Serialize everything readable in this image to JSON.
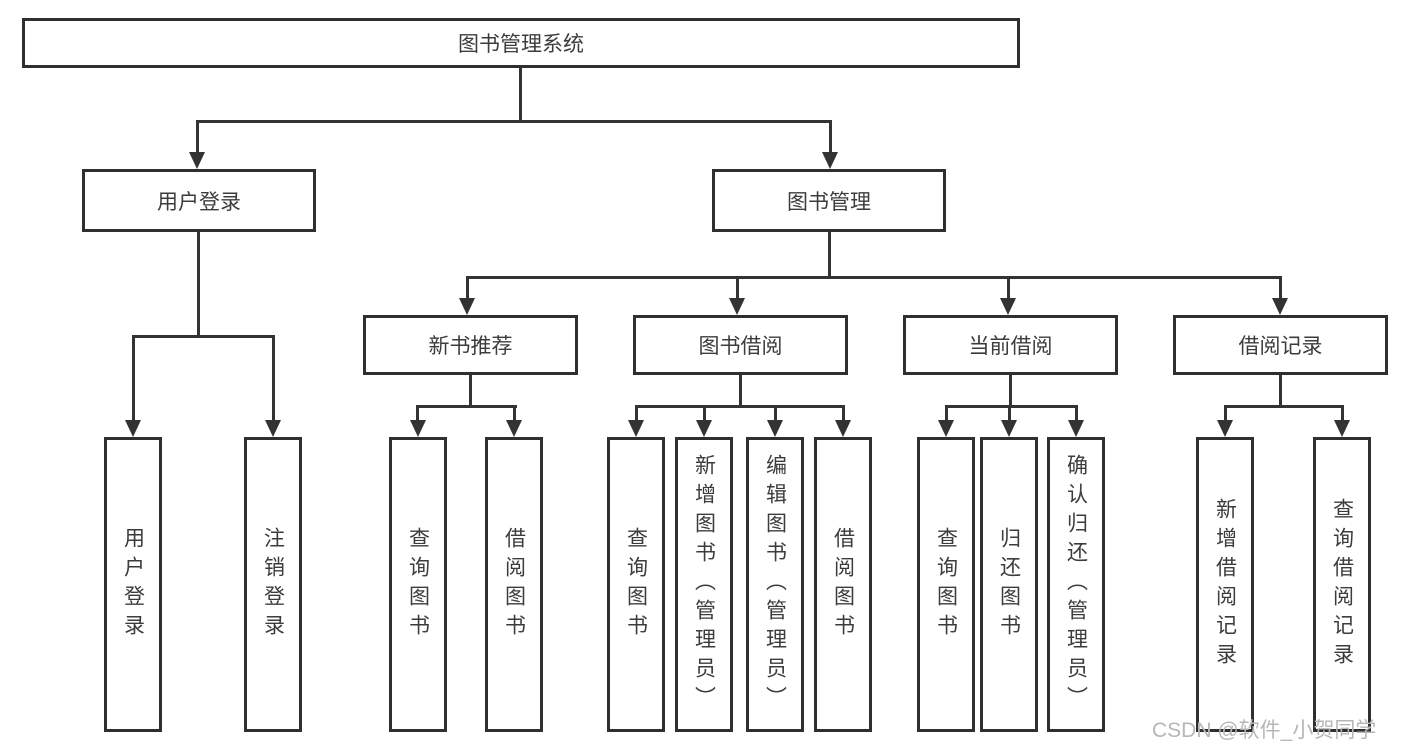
{
  "colors": {
    "line": "#333333",
    "border": "#2f2f2f",
    "text": "#3c3c3c",
    "background": "#ffffff",
    "watermark": "#b7b7b7"
  },
  "watermark": "CSDN @软件_小贺同学",
  "tree": {
    "root": "图书管理系统",
    "branches": [
      {
        "label": "用户登录",
        "children": [
          "用户登录",
          "注销登录"
        ]
      },
      {
        "label": "图书管理",
        "sections": [
          {
            "label": "新书推荐",
            "children": [
              "查询图书",
              "借阅图书"
            ]
          },
          {
            "label": "图书借阅",
            "children": [
              "查询图书",
              "新增图书（管理员）",
              "编辑图书（管理员）",
              "借阅图书"
            ]
          },
          {
            "label": "当前借阅",
            "children": [
              "查询图书",
              "归还图书",
              "确认归还（管理员）"
            ]
          },
          {
            "label": "借阅记录",
            "children": [
              "新增借阅记录",
              "查询借阅记录"
            ]
          }
        ]
      }
    ]
  }
}
